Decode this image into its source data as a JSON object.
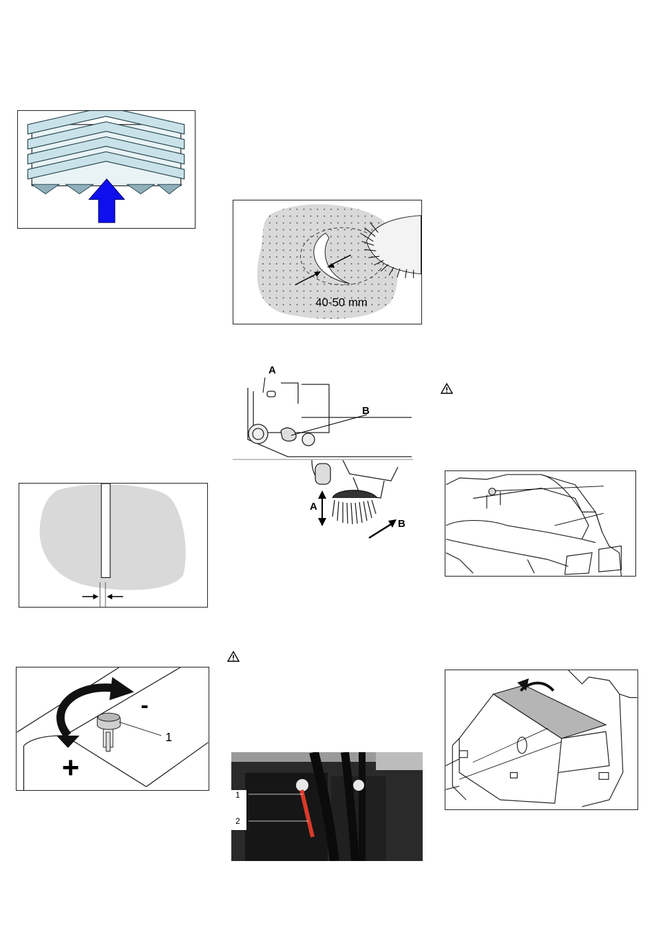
{
  "figures": {
    "brush_contact": {
      "measurement": "40-50 mm"
    },
    "brush_adjust": {
      "label_a_top": "A",
      "label_b_top": "B",
      "label_a_bottom": "A",
      "label_b_bottom": "B"
    },
    "knob_adjust": {
      "minus": "-",
      "plus": "+",
      "callout_1": "1"
    },
    "hydraulic_photo": {
      "callout_1": "1",
      "callout_2": "2"
    }
  },
  "icons": [
    "warning-triangle-icon",
    "warning-triangle-icon"
  ],
  "colors": {
    "arrow_blue": "#1010ee",
    "floor_grey": "#d9d9d9",
    "pin_red": "#d83a2a"
  }
}
